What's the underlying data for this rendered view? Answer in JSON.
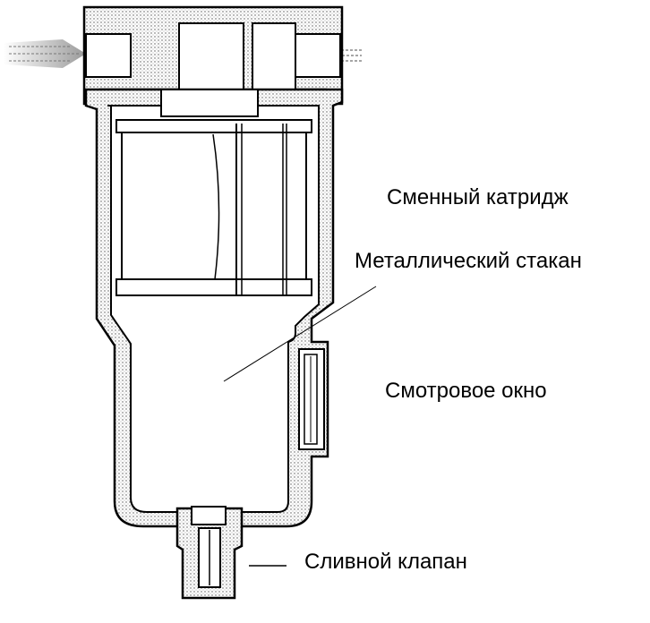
{
  "labels": {
    "cartridge": "Сменный катридж",
    "bowl": "Металлический стакан",
    "sight_window": "Смотровое окно",
    "drain_valve": "Сливной клапан"
  },
  "colors": {
    "line": "#000000",
    "fill_dotted": "#c8c8c8",
    "background": "#ffffff"
  }
}
